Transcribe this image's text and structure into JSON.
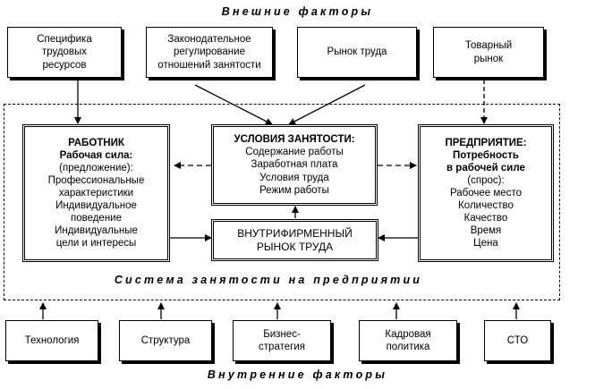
{
  "headings": {
    "external": "Внешние факторы",
    "system": "Система занятости на предприятии",
    "internal": "Внутренние факторы"
  },
  "external_factors": [
    {
      "lines": [
        "Специфика",
        "трудовых",
        "ресурсов"
      ]
    },
    {
      "lines": [
        "Законодательное",
        "регулирование",
        "отношений занятости"
      ]
    },
    {
      "lines": [
        "Рынок труда"
      ]
    },
    {
      "lines": [
        "Товарный",
        "рынок"
      ]
    }
  ],
  "worker": {
    "title": "РАБОТНИК",
    "subtitle": "Рабочая сила:",
    "lines": [
      "(предложение):",
      "Профессиональные",
      "характеристики",
      "Индивидуальное",
      "поведение",
      "Индивидуальные",
      "цели и интересы"
    ]
  },
  "conditions": {
    "title": "УСЛОВИЯ ЗАНЯТОСТИ:",
    "lines": [
      "Содержание работы",
      "Заработная плата",
      "Условия труда",
      "Режим работы"
    ]
  },
  "enterprise": {
    "title": "ПРЕДПРИЯТИЕ:",
    "subtitle_lines": [
      "Потребность",
      "в рабочей силе"
    ],
    "lines": [
      "(спрос):",
      "Рабочее место",
      "Количество",
      "Качество",
      "Время",
      "Цена"
    ]
  },
  "internal_market": {
    "lines": [
      "ВНУТРИФИРМЕННЫЙ",
      "РЫНОК ТРУДА"
    ]
  },
  "internal_factors": [
    {
      "lines": [
        "Технология"
      ]
    },
    {
      "lines": [
        "Структура"
      ]
    },
    {
      "lines": [
        "Бизнес-",
        "стратегия"
      ]
    },
    {
      "lines": [
        "Кадровая",
        "политика"
      ]
    },
    {
      "lines": [
        "СТО"
      ]
    }
  ]
}
